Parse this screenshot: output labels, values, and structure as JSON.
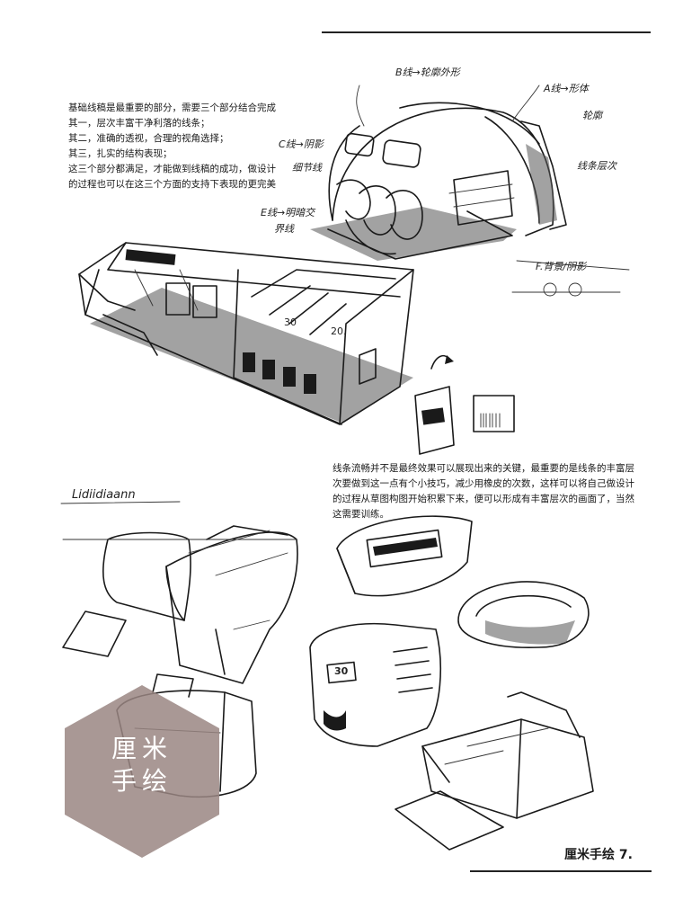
{
  "intro": {
    "lines": [
      "基础线稿是最重要的部分，需要三个部分结合完成",
      "其一，层次丰富干净利落的线条；",
      "其二，准确的透视，合理的视角选择；",
      "其三，扎实的结构表现；",
      "这三个部分都满足，才能做到线稿的成功，做设计",
      "的过程也可以在这三个方面的支持下表现的更完美"
    ]
  },
  "tip": {
    "text": "线条流畅并不是最终效果可以展现出来的关键，最重要的是线条的丰富层次要做到这一点有个小技巧，减少用橡皮的次数，这样可以将自己做设计的过程从草图构图开始积累下来，便可以形成有丰富层次的画面了，当然这需要训练。"
  },
  "annotations": {
    "b_line": "B线→轮廓外形",
    "a_line": "A线→形体",
    "a_line2": "轮廓",
    "c_line": "C线→阴影",
    "c_line2": "细节线",
    "e_line": "E线→明暗交",
    "e_line2": "界线",
    "layers": "线条层次",
    "f_line": "F.背景/阴影",
    "num_30": "30",
    "num_20": "20."
  },
  "signature": "Lidiidiaann",
  "badge": {
    "line1": "厘米",
    "line2": "手绘",
    "color": "#9a8682"
  },
  "footer": {
    "label": "厘米手绘 7."
  }
}
